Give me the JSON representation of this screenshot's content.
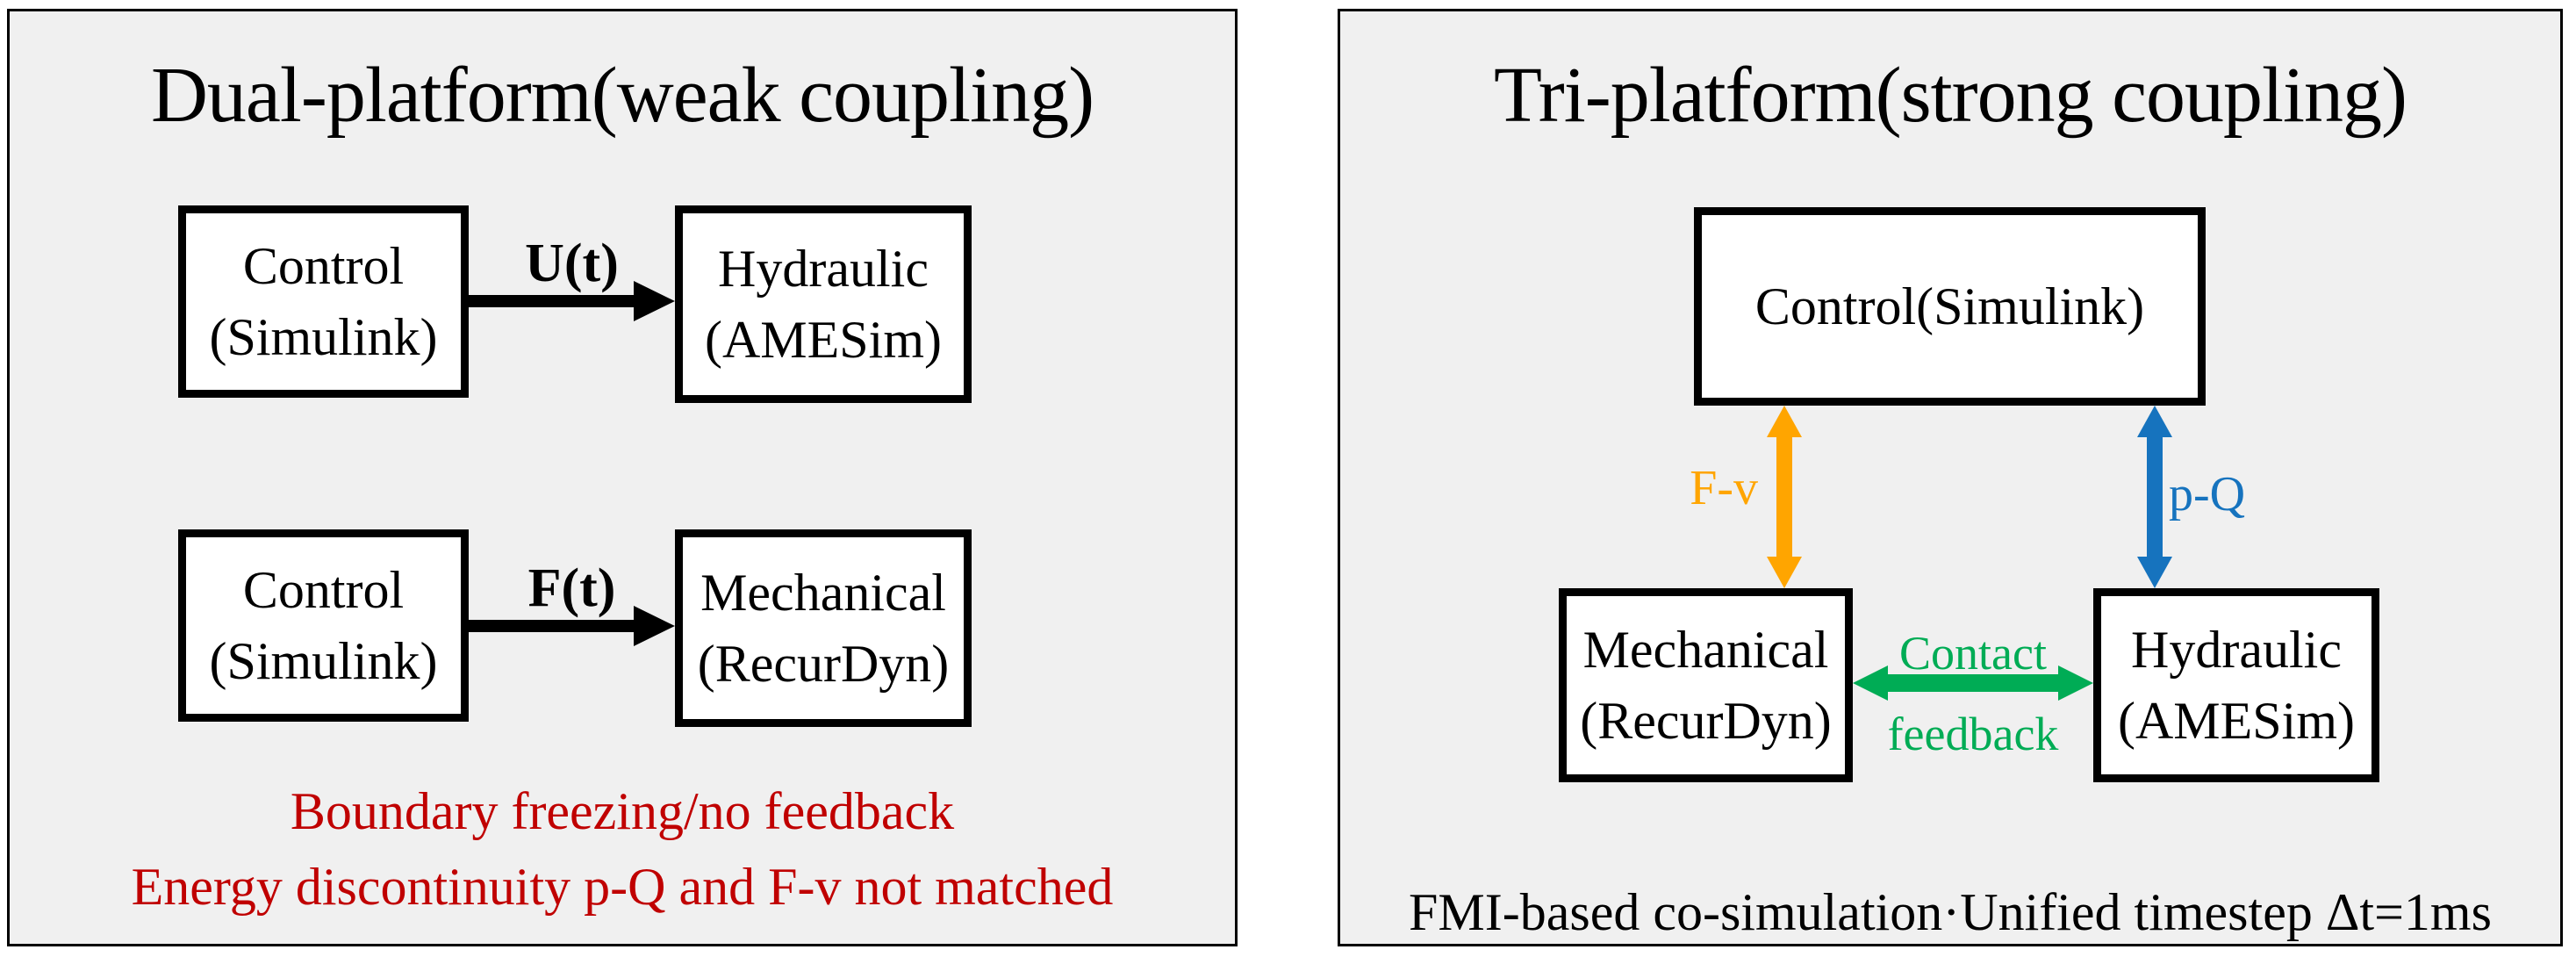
{
  "colors": {
    "panel_bg": "#f0f0f0",
    "box_bg": "#ffffff",
    "line": "#000000",
    "note_red": "#c00000",
    "arrow_black": "#000000",
    "arrow_orange": "#ffa500",
    "arrow_blue": "#1673be",
    "arrow_green": "#00ac55"
  },
  "left_panel": {
    "title": "Dual-platform(weak coupling)",
    "rows": [
      {
        "src_line1": "Control",
        "src_line2": "(Simulink)",
        "signal": "U(t)",
        "dst_line1": "Hydraulic",
        "dst_line2": "(AMESim)"
      },
      {
        "src_line1": "Control",
        "src_line2": "(Simulink)",
        "signal": "F(t)",
        "dst_line1": "Mechanical",
        "dst_line2": "(RecurDyn)"
      }
    ],
    "notes": [
      "Boundary freezing/no feedback",
      "Energy discontinuity p-Q and F-v not matched"
    ]
  },
  "right_panel": {
    "title": "Tri-platform(strong coupling)",
    "control_box": "Control(Simulink)",
    "mech_line1": "Mechanical",
    "mech_line2": "(RecurDyn)",
    "hyd_line1": "Hydraulic",
    "hyd_line2": "(AMESim)",
    "left_link_label": "F-v",
    "right_link_label": "p-Q",
    "center_link_label_top": "Contact",
    "center_link_label_bottom": "feedback",
    "footnote": "FMI-based co-simulation·Unified timestep Δt=1ms"
  }
}
